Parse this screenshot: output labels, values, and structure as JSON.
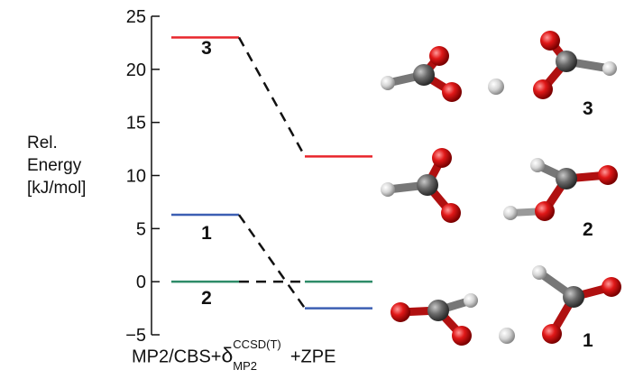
{
  "chart_data": {
    "type": "energy-level-diagram",
    "ylabel_lines": [
      "Rel.",
      "Energy",
      "[kJ/mol]"
    ],
    "ylim": [
      -5,
      25
    ],
    "yticks": [
      "−5",
      "0",
      "5",
      "10",
      "15",
      "20",
      "25"
    ],
    "ytick_values": [
      -5,
      0,
      5,
      10,
      15,
      20,
      25
    ],
    "xlabel": {
      "base": "MP2/CBS+",
      "symbol": "δ",
      "superscript": "CCSD(T)",
      "subscript": "MP2",
      "suffix": " +ZPE"
    },
    "columns": [
      "MP2/CBS+δ(CCSD(T)/MP2)",
      "+ZPE"
    ],
    "series": [
      {
        "label": "3",
        "color": "#e8262c",
        "values": [
          23.0,
          11.8
        ]
      },
      {
        "label": "1",
        "color": "#3c5fb3",
        "values": [
          6.3,
          -2.5
        ]
      },
      {
        "label": "2",
        "color": "#2e8b68",
        "values": [
          0.0,
          0.0
        ]
      }
    ],
    "structure_labels": [
      "3",
      "2",
      "1"
    ]
  }
}
